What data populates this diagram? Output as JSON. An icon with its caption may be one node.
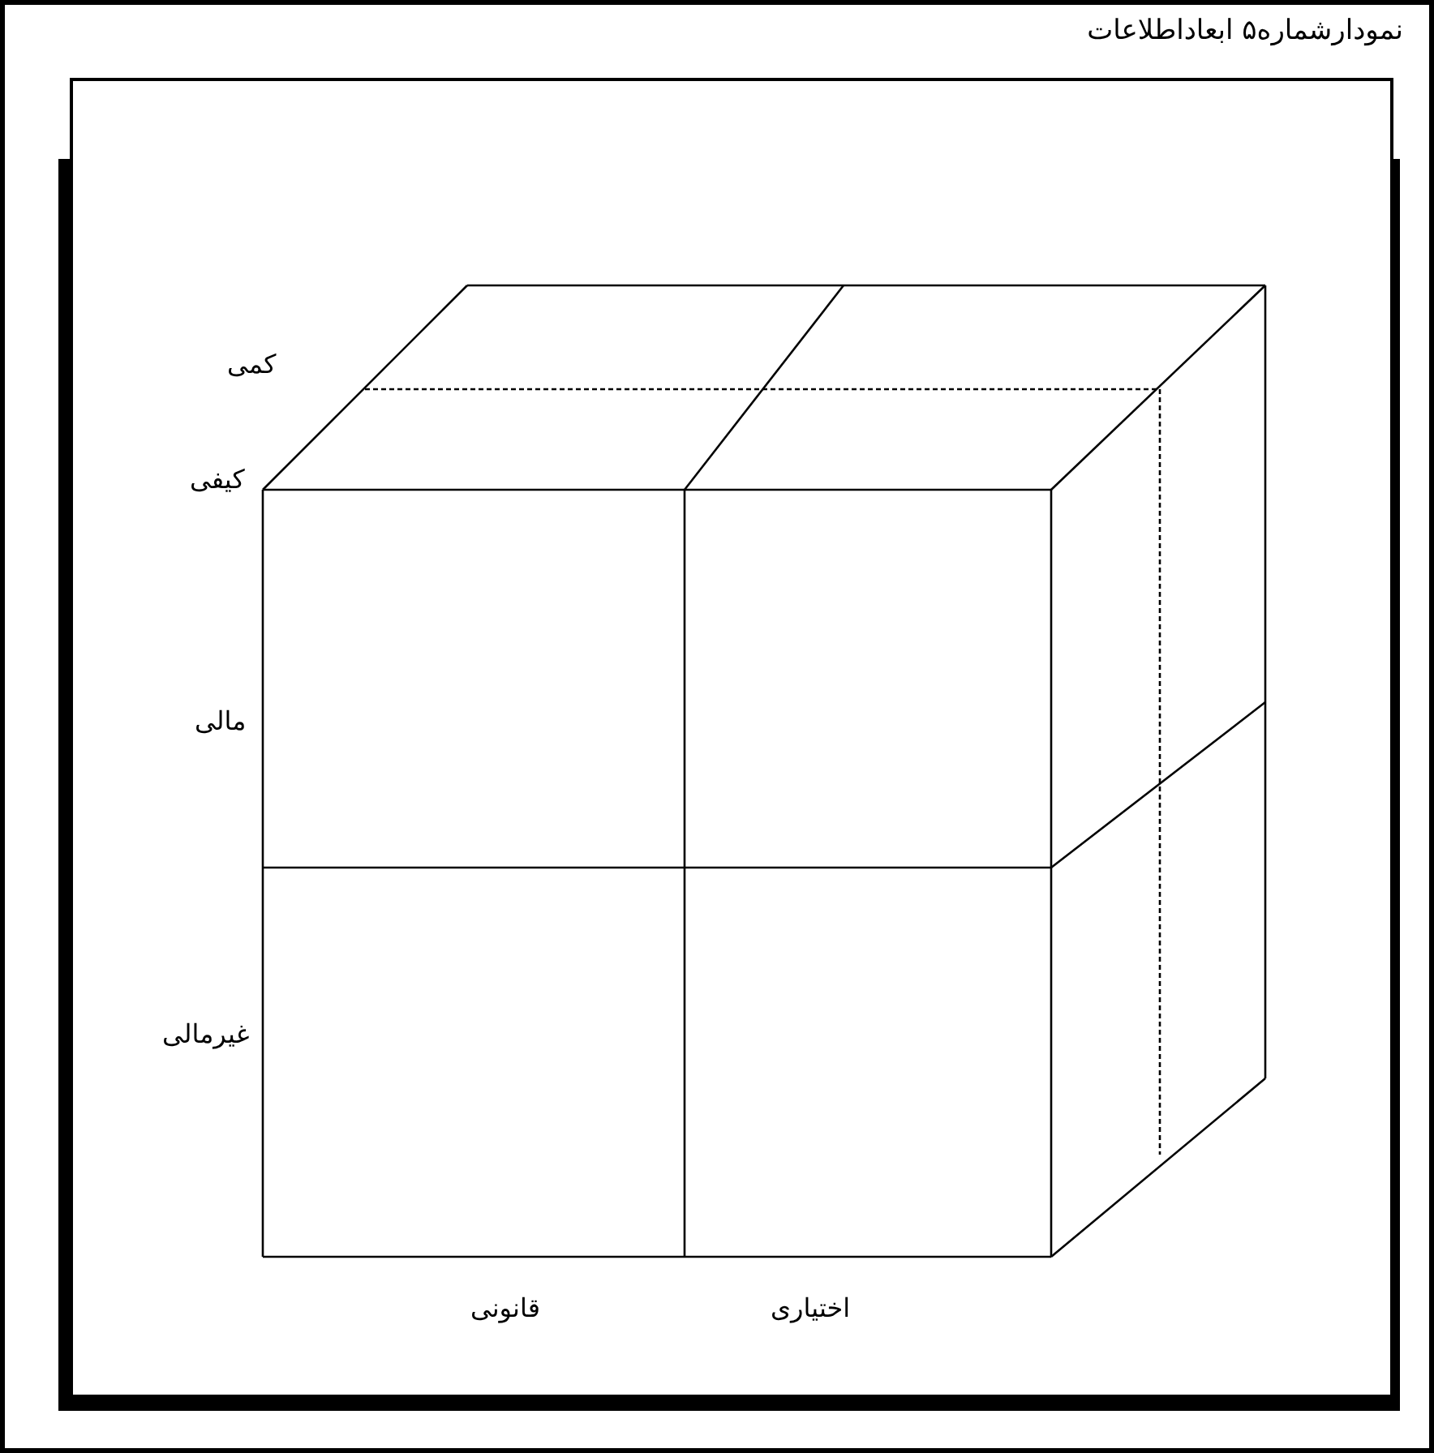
{
  "diagram": {
    "title": "نمودارشماره۵ ابعاداطلاعات",
    "labels": [
      "کمی",
      "کیفی",
      "مالی",
      "غیرمالی",
      "قانونی",
      "اختیاری"
    ]
  }
}
